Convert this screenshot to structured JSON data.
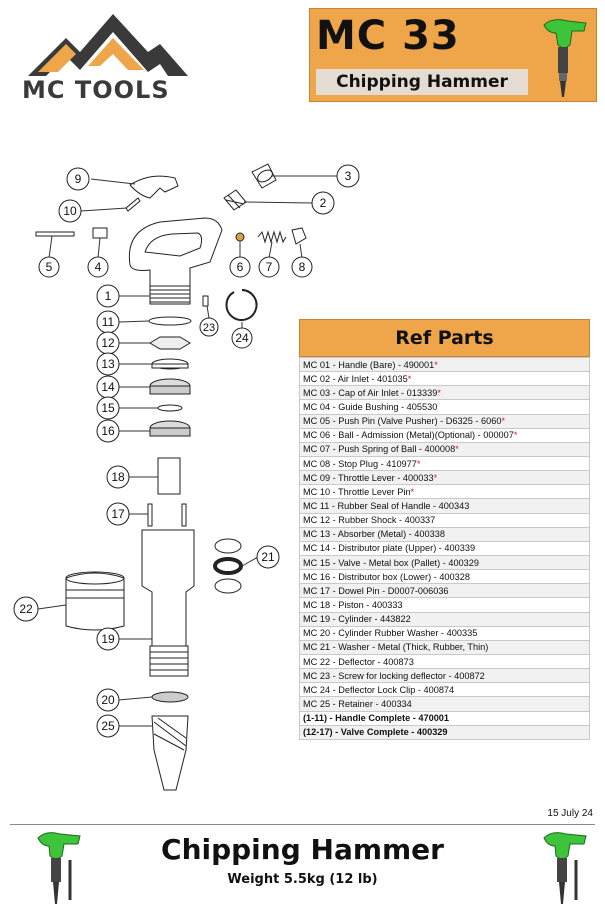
{
  "brand": {
    "name": "MC TOOLS"
  },
  "header": {
    "title": "MC 33",
    "subtitle": "Chipping Hammer"
  },
  "callouts": [
    "1",
    "2",
    "3",
    "4",
    "5",
    "6",
    "7",
    "8",
    "9",
    "10",
    "11",
    "12",
    "13",
    "14",
    "15",
    "16",
    "17",
    "18",
    "19",
    "20",
    "21",
    "22",
    "23",
    "24",
    "25"
  ],
  "ref_parts": {
    "title": "Ref Parts",
    "rows": [
      {
        "text": "MC 01 - Handle (Bare) - 490001",
        "star": "*",
        "bold": false
      },
      {
        "text": "MC 02 - Air Inlet - 401035",
        "star": "*",
        "bold": false
      },
      {
        "text": "MC 03 - Cap of Air Inlet - 013339",
        "star": "*",
        "bold": false
      },
      {
        "text": "MC 04 - Guide Bushing - 405530",
        "star": "",
        "bold": false
      },
      {
        "text": "MC 05 - Push Pin (Valve Pusher) - D6325 - 6060",
        "star": "*",
        "bold": false
      },
      {
        "text": "MC 06 - Ball - Admission (Metal)(Optional) - 000007",
        "star": "*",
        "bold": false
      },
      {
        "text": "MC 07 - Push Spring of Ball - 400008",
        "star": "*",
        "bold": false
      },
      {
        "text": "MC 08 - Stop Plug - 410977",
        "star": "*",
        "bold": false
      },
      {
        "text": "MC 09 - Throttle Lever - 400033",
        "star": "*",
        "bold": false
      },
      {
        "text": "MC 10 - Throttle Lever Pin",
        "star": "*",
        "bold": false
      },
      {
        "text": "MC 11 - Rubber Seal of Handle - 400343",
        "star": "",
        "bold": false
      },
      {
        "text": "MC 12 - Rubber Shock - 400337",
        "star": "",
        "bold": false
      },
      {
        "text": "MC 13 - Absorber (Metal) - 400338",
        "star": "",
        "bold": false
      },
      {
        "text": "MC 14 - Distributor plate (Upper) - 400339",
        "star": "",
        "bold": false
      },
      {
        "text": "MC 15 -  Valve - Metal box (Pallet) - 400329",
        "star": "",
        "bold": false
      },
      {
        "text": "MC 16 - Distributor box (Lower) - 400328",
        "star": "",
        "bold": false
      },
      {
        "text": "MC 17 - Dowel Pin - D0007-006036",
        "star": "",
        "bold": false
      },
      {
        "text": "MC 18 - Piston - 400333",
        "star": "",
        "bold": false
      },
      {
        "text": "MC 19 - Cylinder - 443822",
        "star": "",
        "bold": false
      },
      {
        "text": "MC 20 - Cylinder Rubber Washer - 400335",
        "star": "",
        "bold": false
      },
      {
        "text": "MC 21 - Washer - Metal (Thick, Rubber, Thin)",
        "star": "",
        "bold": false
      },
      {
        "text": "MC 22 - Deflector - 400873",
        "star": "",
        "bold": false
      },
      {
        "text": "MC 23 - Screw for locking deflector - 400872",
        "star": "",
        "bold": false
      },
      {
        "text": "MC 24 - Deflector Lock Clip - 400874",
        "star": "",
        "bold": false
      },
      {
        "text": "MC 25 - Retainer - 400334",
        "star": "",
        "bold": false
      },
      {
        "text": "(1-11) - Handle Complete - 470001",
        "star": "",
        "bold": true
      },
      {
        "text": "(12-17) - Valve Complete - 400329",
        "star": "",
        "bold": true
      }
    ]
  },
  "footer": {
    "date": "15 July 24",
    "title": "Chipping Hammer",
    "weight": "Weight 5.5kg (12 lb)"
  },
  "colors": {
    "accent": "#efa54a",
    "star": "#d61e1e",
    "tool_green": "#3ec43a"
  }
}
